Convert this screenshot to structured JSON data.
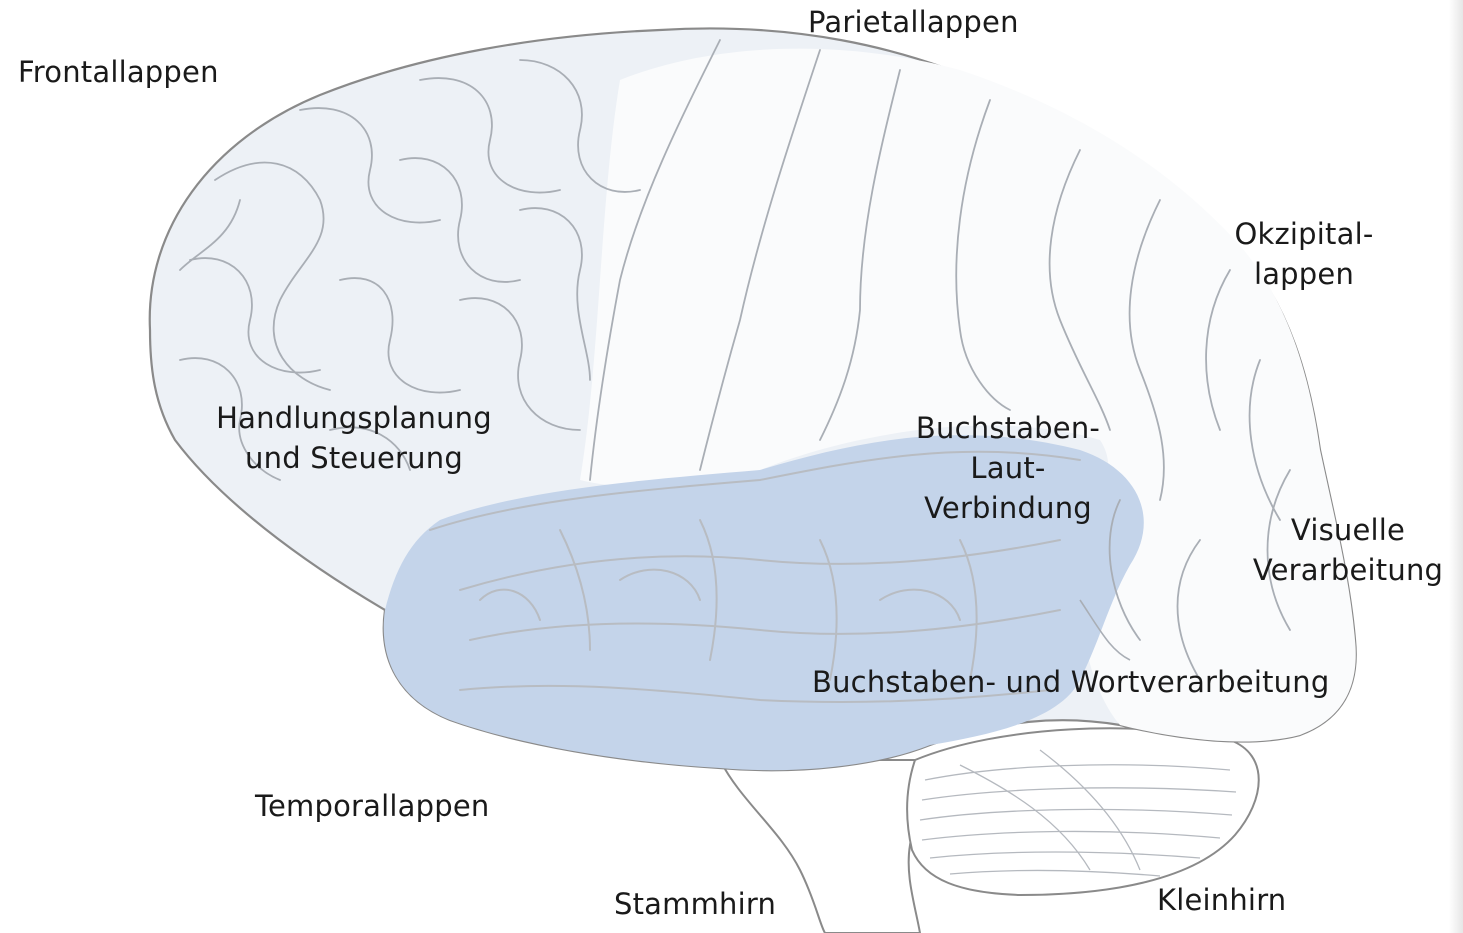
{
  "colors": {
    "background": "#ffffff",
    "brain_fill": "#edf1f6",
    "highlight_fill": "#c4d4ea",
    "outline": "#8a8a8a",
    "sulcus": "#a9aeb5",
    "label_text": "#1a1a1a"
  },
  "labels": {
    "frontallappen": "Frontallappen",
    "parietallappen": "Parietallappen",
    "okzipitallappen_line1": "Okzipital-",
    "okzipitallappen_line2": "lappen",
    "handlung_line1": "Handlungsplanung",
    "handlung_line2": "und Steuerung",
    "buchstaben_laut_line1": "Buchstaben-",
    "buchstaben_laut_line2": "Laut-",
    "buchstaben_laut_line3": "Verbindung",
    "visuelle_line1": "Visuelle",
    "visuelle_line2": "Verarbeitung",
    "wortverarbeitung": "Buchstaben- und Wortverarbeitung",
    "temporallappen": "Temporallappen",
    "stammhirn": "Stammhirn",
    "kleinhirn": "Kleinhirn"
  }
}
